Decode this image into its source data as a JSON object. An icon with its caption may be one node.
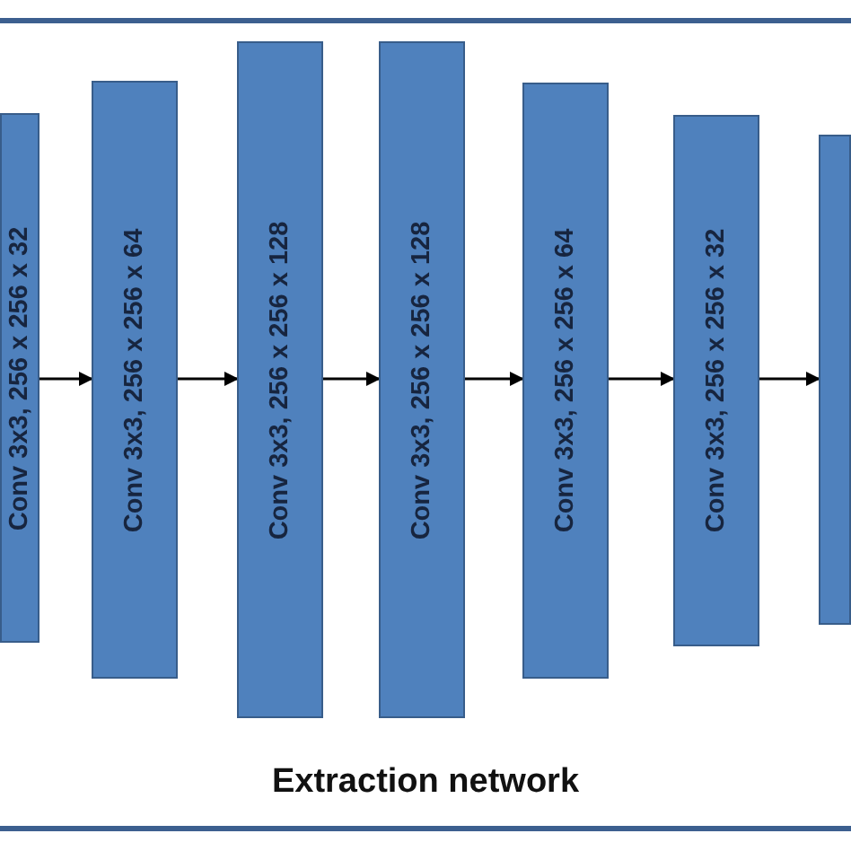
{
  "diagram": {
    "title": "Extraction network",
    "nodes": [
      {
        "text": [
          "Conv 3x3, 256 x 256 x 32"
        ]
      },
      {
        "text": [
          "Conv 3x3, 256 x 256 x 64"
        ]
      },
      {
        "text": [
          "Conv 3x3, 256 x 256 x 128"
        ]
      },
      {
        "text": [
          "Conv 3x3, 256 x 256 x 128"
        ]
      },
      {
        "text": [
          "Conv 3x3, 256 x 256 x 64"
        ]
      },
      {
        "text": [
          "Conv 3x3, 256 x 256 x 32"
        ]
      },
      {
        "text": [],
        "shape": "box"
      }
    ],
    "edges": [
      {
        "from": 0,
        "to": 1,
        "arrow": "to"
      },
      {
        "from": 1,
        "to": 2,
        "arrow": "to"
      },
      {
        "from": 2,
        "to": 3,
        "arrow": "to"
      },
      {
        "from": 3,
        "to": 4,
        "arrow": "to"
      },
      {
        "from": 4,
        "to": 5,
        "arrow": "to"
      },
      {
        "from": 5,
        "to": 6,
        "arrow": "to"
      }
    ]
  }
}
